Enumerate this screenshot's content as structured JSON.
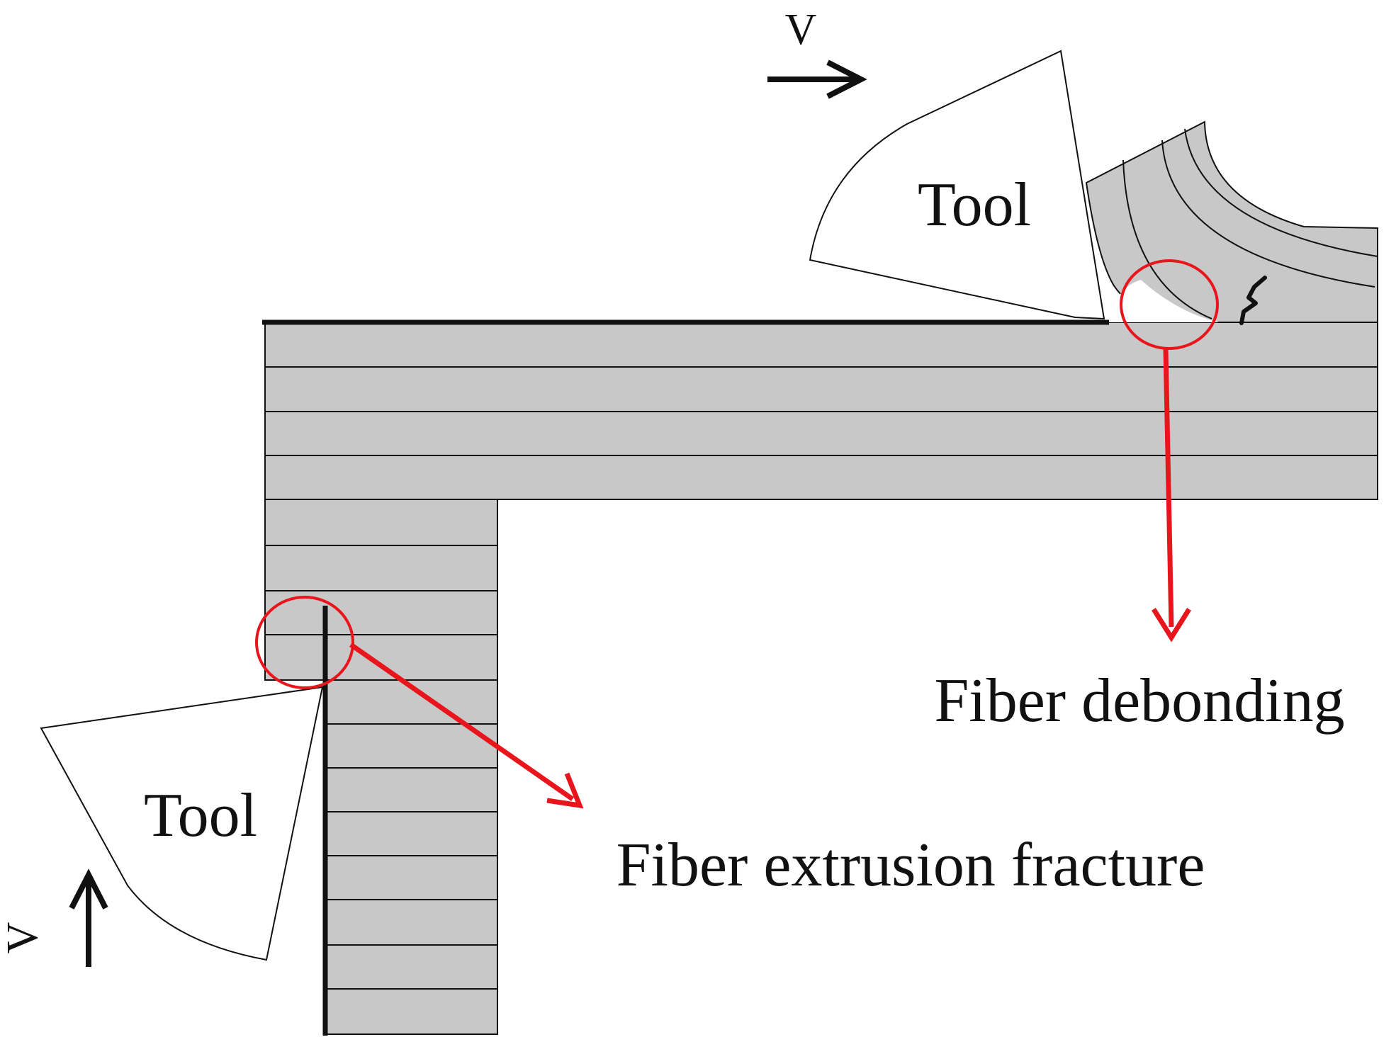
{
  "labels": {
    "top_velocity": "V",
    "bottom_velocity": "V",
    "top_tool": "Tool",
    "bottom_tool": "Tool",
    "fiber_debonding": "Fiber debonding",
    "fiber_extrusion_fracture": "Fiber extrusion fracture"
  },
  "colors": {
    "material_fill": "#c8c8c8",
    "outline": "#111111",
    "highlight": "#e8161c",
    "tool_fill": "#ffffff"
  },
  "icons": {
    "velocity_arrow": "arrow-icon",
    "crack": "crack-icon"
  }
}
